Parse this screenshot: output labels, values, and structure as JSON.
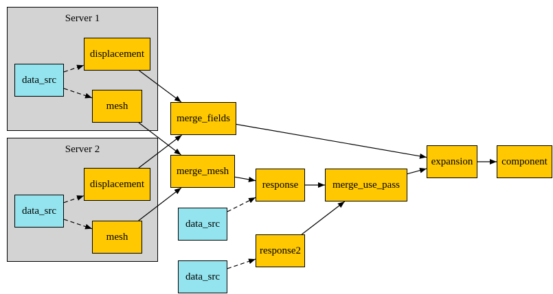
{
  "colors": {
    "operator": "#ffc800",
    "source": "#93e4ee",
    "cluster": "#d3d3d3",
    "edge": "#000000"
  },
  "clusters": {
    "server1": {
      "title": "Server 1"
    },
    "server2": {
      "title": "Server 2"
    }
  },
  "nodes": {
    "s1_data_src": "data_src",
    "s1_displacement": "displacement",
    "s1_mesh": "mesh",
    "s2_data_src": "data_src",
    "s2_displacement": "displacement",
    "s2_mesh": "mesh",
    "merge_fields": "merge_fields",
    "merge_mesh": "merge_mesh",
    "data_src_3": "data_src",
    "data_src_4": "data_src",
    "response": "response",
    "response2": "response2",
    "merge_use_pass": "merge_use_pass",
    "expansion": "expansion",
    "component": "component"
  },
  "edges": [
    {
      "from": "s1_data_src",
      "to": "s1_displacement",
      "style": "dashed"
    },
    {
      "from": "s1_data_src",
      "to": "s1_mesh",
      "style": "dashed"
    },
    {
      "from": "s2_data_src",
      "to": "s2_displacement",
      "style": "dashed"
    },
    {
      "from": "s2_data_src",
      "to": "s2_mesh",
      "style": "dashed"
    },
    {
      "from": "s1_displacement",
      "to": "merge_fields",
      "style": "solid"
    },
    {
      "from": "s2_displacement",
      "to": "merge_fields",
      "style": "solid"
    },
    {
      "from": "s1_mesh",
      "to": "merge_mesh",
      "style": "solid"
    },
    {
      "from": "s2_mesh",
      "to": "merge_mesh",
      "style": "solid"
    },
    {
      "from": "merge_fields",
      "to": "expansion",
      "style": "solid"
    },
    {
      "from": "merge_mesh",
      "to": "response",
      "style": "solid"
    },
    {
      "from": "data_src_3",
      "to": "response",
      "style": "dashed"
    },
    {
      "from": "data_src_4",
      "to": "response2",
      "style": "dashed"
    },
    {
      "from": "response",
      "to": "merge_use_pass",
      "style": "solid"
    },
    {
      "from": "response2",
      "to": "merge_use_pass",
      "style": "solid"
    },
    {
      "from": "merge_use_pass",
      "to": "expansion",
      "style": "solid"
    },
    {
      "from": "expansion",
      "to": "component",
      "style": "solid"
    }
  ]
}
